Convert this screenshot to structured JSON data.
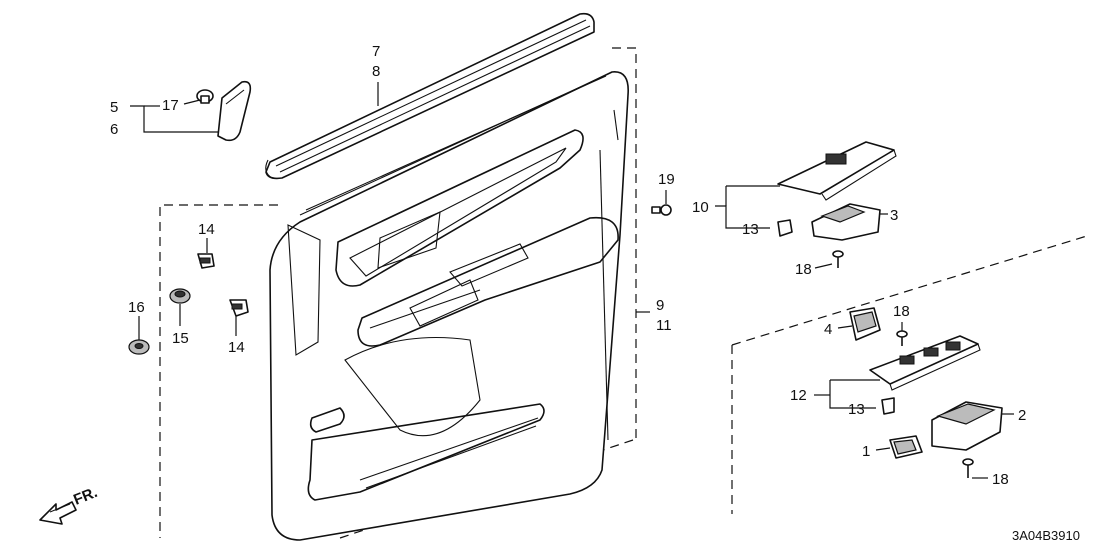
{
  "callouts": {
    "c1": "1",
    "c2": "2",
    "c3": "3",
    "c4": "4",
    "c5": "5",
    "c6": "6",
    "c7": "7",
    "c8": "8",
    "c9": "9",
    "c10": "10",
    "c11": "11",
    "c12": "12",
    "c13a": "13",
    "c13b": "13",
    "c14a": "14",
    "c14b": "14",
    "c15": "15",
    "c16": "16",
    "c17": "17",
    "c18a": "18",
    "c18b": "18",
    "c18c": "18",
    "c19": "19"
  },
  "front_indicator": "FR.",
  "diagram_code": "3A04B3910"
}
